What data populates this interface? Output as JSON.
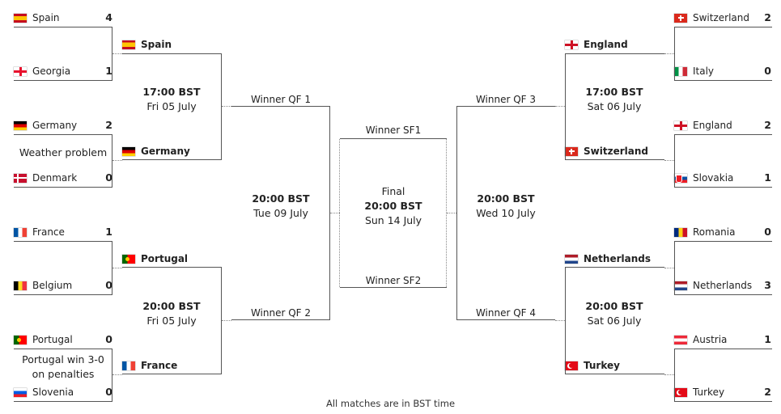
{
  "r16_left": [
    {
      "team": "Spain",
      "score": "4",
      "flag": "spain-flag"
    },
    {
      "team": "Georgia",
      "score": "1",
      "flag": "georgia-flag"
    },
    {
      "team": "Germany",
      "score": "2",
      "flag": "germany-flag"
    },
    {
      "team": "Denmark",
      "score": "0",
      "flag": "denmark-flag"
    },
    {
      "team": "France",
      "score": "1",
      "flag": "france-flag"
    },
    {
      "team": "Belgium",
      "score": "0",
      "flag": "belgium-flag"
    },
    {
      "team": "Portugal",
      "score": "0",
      "flag": "portugal-flag"
    },
    {
      "team": "Slovenia",
      "score": "0",
      "flag": "slovenia-flag"
    }
  ],
  "r16_right": [
    {
      "team": "Switzerland",
      "score": "2",
      "flag": "switzerland-flag"
    },
    {
      "team": "Italy",
      "score": "0",
      "flag": "italy-flag"
    },
    {
      "team": "England",
      "score": "2",
      "flag": "england-flag"
    },
    {
      "team": "Slovakia",
      "score": "1",
      "flag": "slovakia-flag"
    },
    {
      "team": "Romania",
      "score": "0",
      "flag": "romania-flag"
    },
    {
      "team": "Netherlands",
      "score": "3",
      "flag": "netherlands-flag"
    },
    {
      "team": "Austria",
      "score": "1",
      "flag": "austria-flag"
    },
    {
      "team": "Turkey",
      "score": "2",
      "flag": "turkey-flag"
    }
  ],
  "qf_left": [
    {
      "team": "Spain",
      "flag": "spain-flag"
    },
    {
      "team": "Germany",
      "flag": "germany-flag"
    },
    {
      "team": "Portugal",
      "flag": "portugal-flag"
    },
    {
      "team": "France",
      "flag": "france-flag"
    }
  ],
  "qf_right": [
    {
      "team": "England",
      "flag": "england-flag"
    },
    {
      "team": "Switzerland",
      "flag": "switzerland-flag"
    },
    {
      "team": "Netherlands",
      "flag": "netherlands-flag"
    },
    {
      "team": "Turkey",
      "flag": "turkey-flag"
    }
  ],
  "notes": {
    "weather": "Weather problem",
    "penalties_line1": "Portugal win 3-0",
    "penalties_line2": "on penalties"
  },
  "qf_times": {
    "qf1": {
      "time": "17:00  BST",
      "date": "Fri 05 July"
    },
    "qf2": {
      "time": "20:00  BST",
      "date": "Fri 05 July"
    },
    "qf3": {
      "time": "17:00  BST",
      "date": "Sat 06 July"
    },
    "qf4": {
      "time": "20:00  BST",
      "date": "Sat 06 July"
    }
  },
  "sf_times": {
    "sf1": {
      "time": "20:00  BST",
      "date": "Tue 09 July"
    },
    "sf2": {
      "time": "20:00  BST",
      "date": "Wed 10 July"
    }
  },
  "sf_slots": {
    "qf1": "Winner QF 1",
    "qf2": "Winner QF 2",
    "qf3": "Winner QF 3",
    "qf4": "Winner QF 4"
  },
  "final": {
    "slot_top": "Winner SF1",
    "slot_bottom": "Winner SF2",
    "title": "Final",
    "time": "20:00  BST",
    "date": "Sun 14 July"
  },
  "footer": "All matches are in BST time"
}
